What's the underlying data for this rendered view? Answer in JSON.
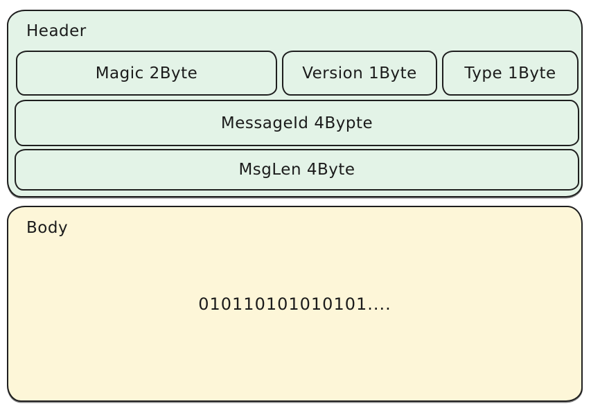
{
  "diagram": {
    "header": {
      "label": "Header",
      "fields": [
        {
          "id": "magic",
          "label": "Magic 2Byte"
        },
        {
          "id": "version",
          "label": "Version 1Byte"
        },
        {
          "id": "type",
          "label": "Type 1Byte"
        },
        {
          "id": "message_id",
          "label": "MessageId 4Bypte"
        },
        {
          "id": "msg_len",
          "label": "MsgLen 4Byte"
        }
      ]
    },
    "body": {
      "label": "Body",
      "content": "010110101010101...."
    }
  },
  "colors": {
    "header_fill": "#e3f3e7",
    "body_fill": "#fdf6d8",
    "stroke": "#1e1e1e"
  }
}
